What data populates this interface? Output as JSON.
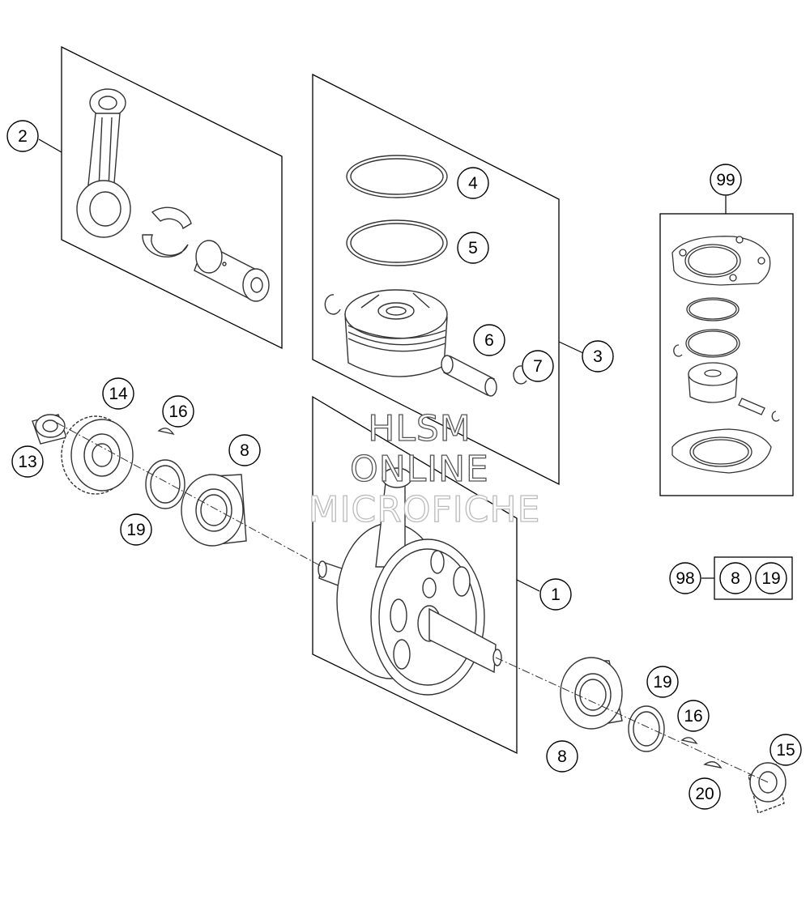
{
  "diagram": {
    "background": "#ffffff",
    "line_color": "#000000",
    "callouts": {
      "c1": "1",
      "c2": "2",
      "c3": "3",
      "c4": "4",
      "c5": "5",
      "c6": "6",
      "c7": "7",
      "c8a": "8",
      "c8b": "8",
      "c13": "13",
      "c14": "14",
      "c15": "15",
      "c16a": "16",
      "c16b": "16",
      "c19a": "19",
      "c19b": "19",
      "c20": "20",
      "c98": "98",
      "c98_8": "8",
      "c98_19": "19",
      "c99": "99"
    },
    "watermark": {
      "line1": "HLSM",
      "line2": "ONLINE",
      "line3": "MICROFICHE"
    }
  }
}
